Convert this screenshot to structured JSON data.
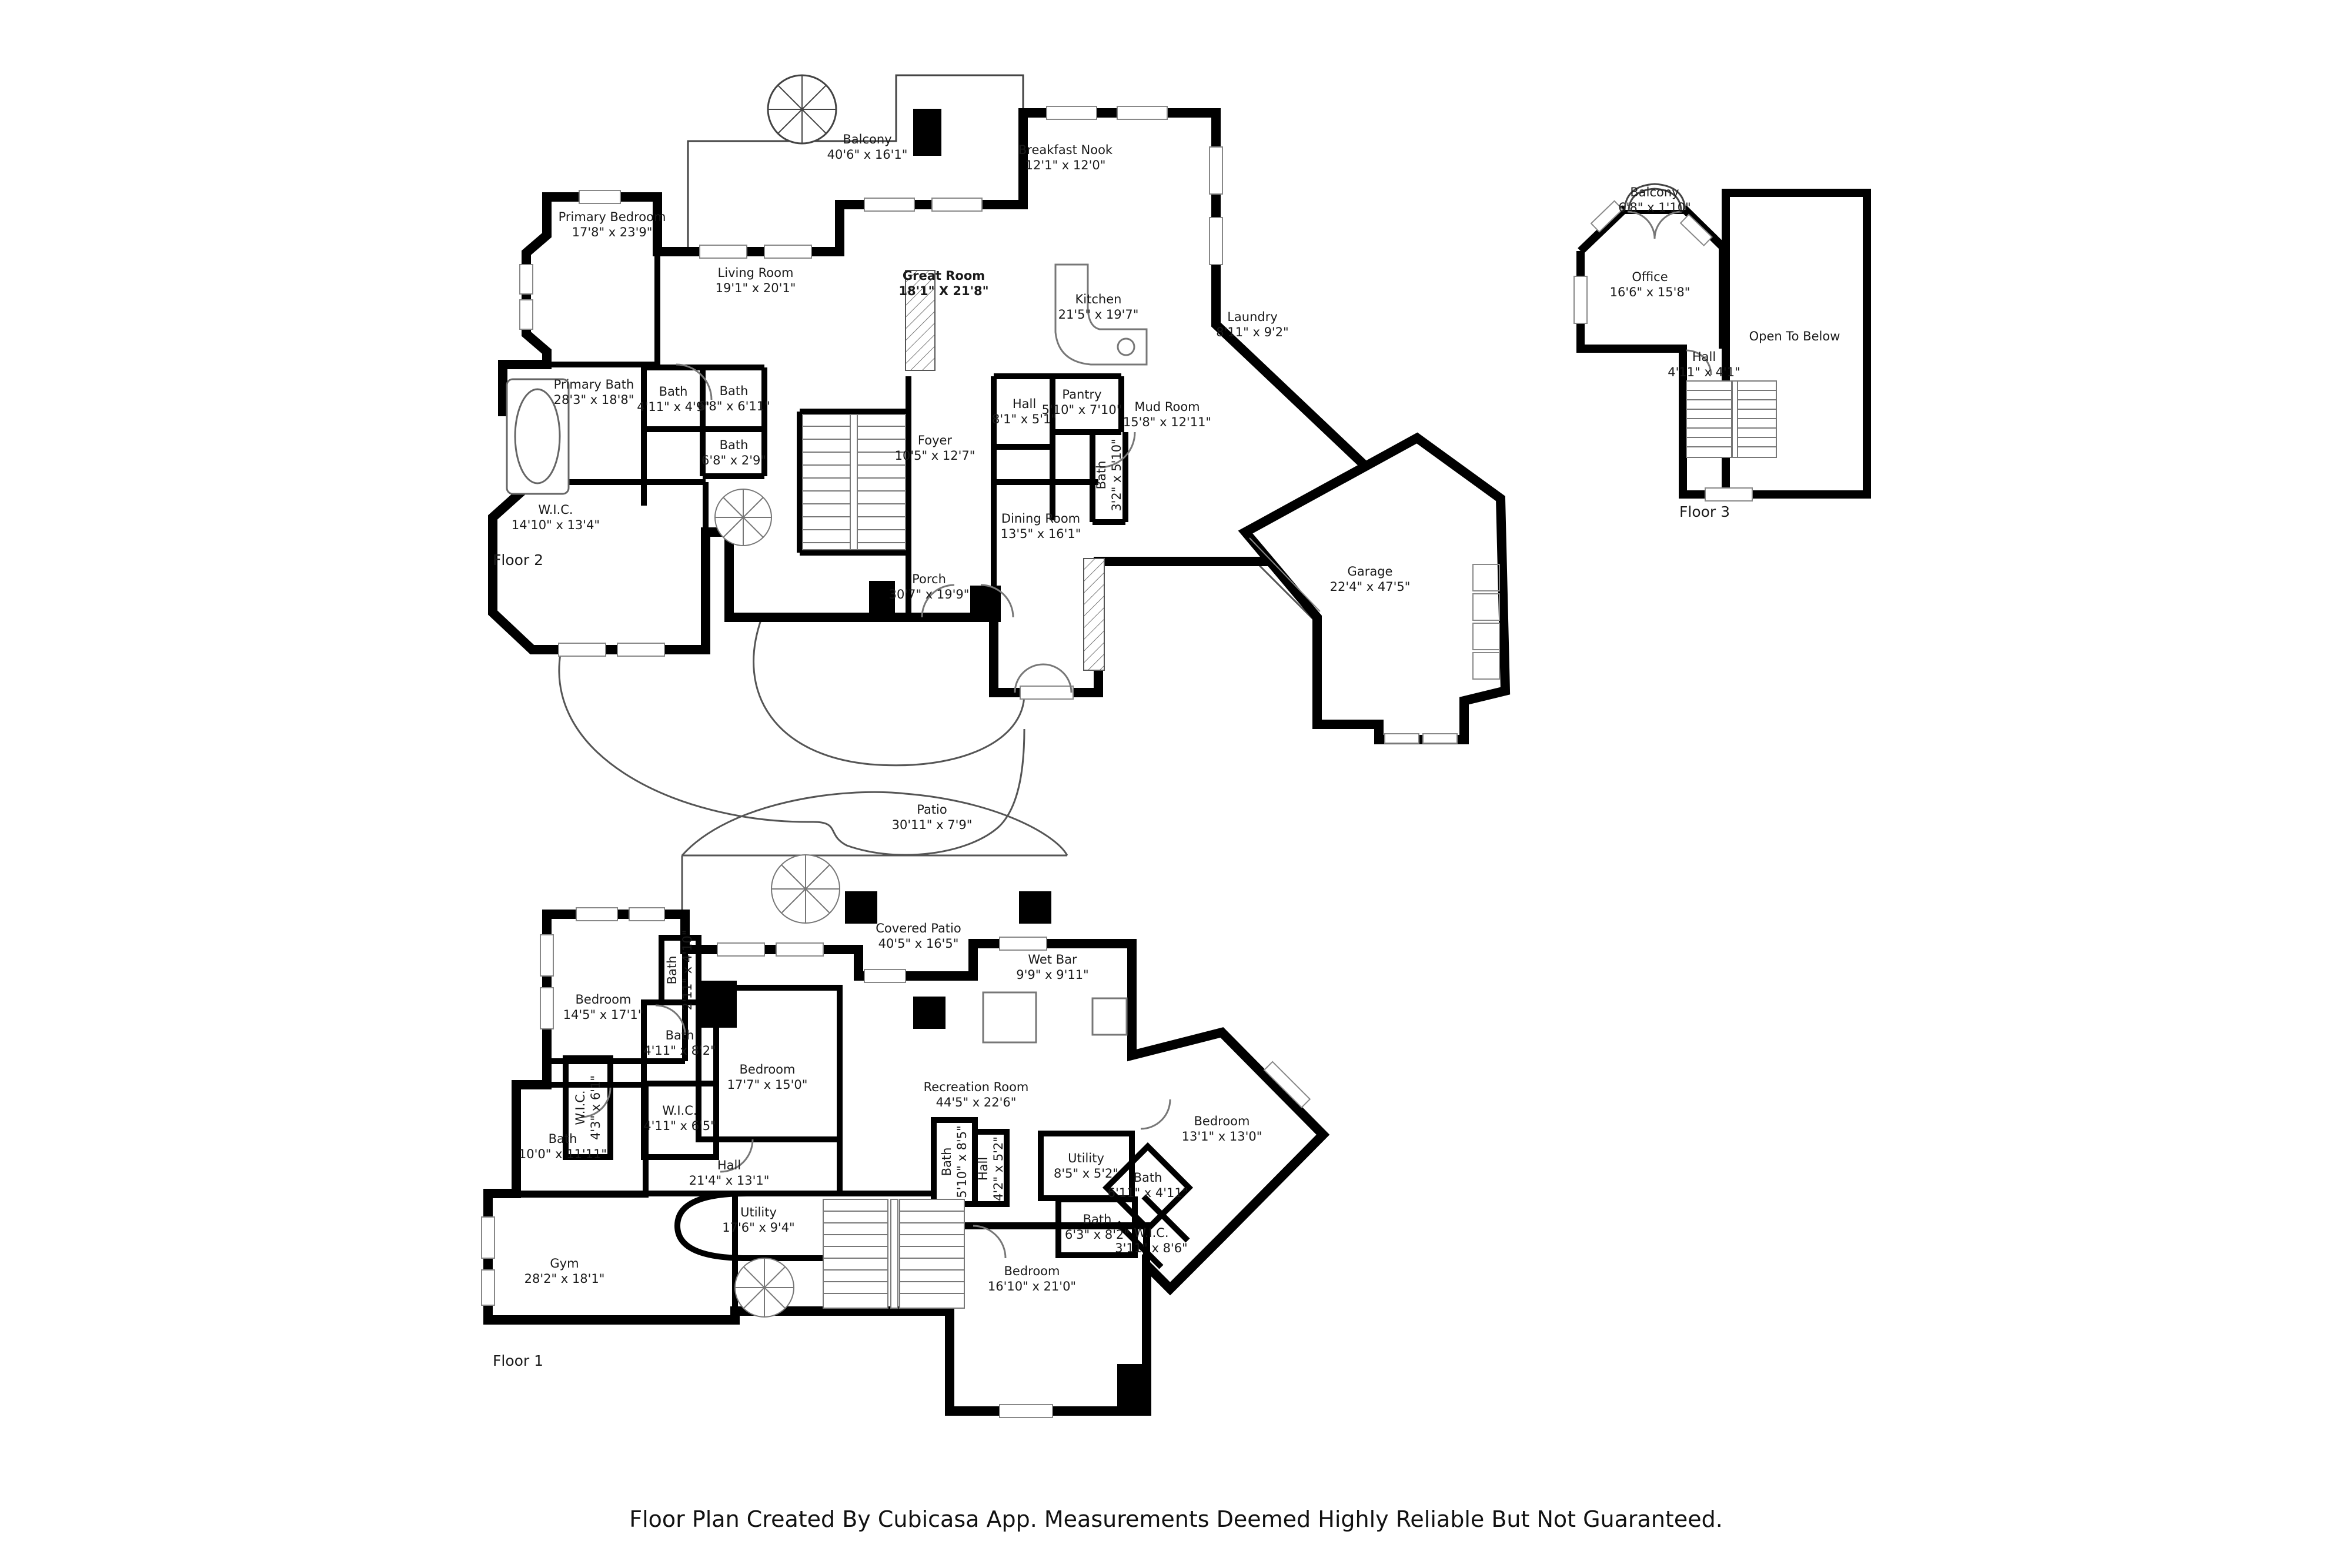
{
  "caption": "Floor Plan Created By Cubicasa App. Measurements Deemed Highly Reliable But Not Guaranteed.",
  "colors": {
    "walls": "#000000",
    "background": "#ffffff",
    "text": "#1a1a1a"
  },
  "floor2": {
    "label": "Floor 2",
    "rooms": {
      "balcony": {
        "name": "Balcony",
        "dims": "40'6\" x 16'1\""
      },
      "breakfast_nook": {
        "name": "Breakfast Nook",
        "dims": "12'1\" x 12'0\""
      },
      "primary_bedroom": {
        "name": "Primary Bedroom",
        "dims": "17'8\" x 23'9\""
      },
      "living_room": {
        "name": "Living Room",
        "dims": "19'1\" x 20'1\""
      },
      "great_room": {
        "name": "Great Room",
        "dims": "18'1\" X 21'8\""
      },
      "kitchen": {
        "name": "Kitchen",
        "dims": "21'5\" x 19'7\""
      },
      "laundry": {
        "name": "Laundry",
        "dims": "8'11\" x 9'2\""
      },
      "primary_bath": {
        "name": "Primary Bath",
        "dims": "28'3\" x 18'8\""
      },
      "bath_a": {
        "name": "Bath",
        "dims": "4'11\" x 4'9\""
      },
      "bath_b": {
        "name": "Bath",
        "dims": "6'8\" x 6'11\""
      },
      "bath_c": {
        "name": "Bath",
        "dims": "6'8\" x 2'9\""
      },
      "hall": {
        "name": "Hall",
        "dims": "8'1\" x 5'1\""
      },
      "pantry": {
        "name": "Pantry",
        "dims": "5'10\" x 7'10\""
      },
      "mud_room": {
        "name": "Mud Room",
        "dims": "15'8\" x 12'11\""
      },
      "bath_d": {
        "name": "Bath",
        "dims": "3'2\" x 5'10\""
      },
      "foyer": {
        "name": "Foyer",
        "dims": "10'5\" x 12'7\""
      },
      "wic": {
        "name": "W.I.C.",
        "dims": "14'10\" x 13'4\""
      },
      "dining_room": {
        "name": "Dining Room",
        "dims": "13'5\" x 16'1\""
      },
      "porch": {
        "name": "Porch",
        "dims": "30'7\" x 19'9\""
      },
      "garage": {
        "name": "Garage",
        "dims": "22'4\" x 47'5\""
      }
    }
  },
  "floor3": {
    "label": "Floor 3",
    "rooms": {
      "balcony": {
        "name": "Balcony",
        "dims": "6'8\" x 1'10\""
      },
      "office": {
        "name": "Office",
        "dims": "16'6\" x 15'8\""
      },
      "open_to_below": {
        "name": "Open To Below",
        "dims": ""
      },
      "hall": {
        "name": "Hall",
        "dims": "4'11\" x 4'1\""
      }
    }
  },
  "floor1": {
    "label": "Floor 1",
    "rooms": {
      "patio": {
        "name": "Patio",
        "dims": "30'11\" x 7'9\""
      },
      "covered_patio": {
        "name": "Covered Patio",
        "dims": "40'5\" x 16'5\""
      },
      "wet_bar": {
        "name": "Wet Bar",
        "dims": "9'9\" x 9'11\""
      },
      "bedroom_a": {
        "name": "Bedroom",
        "dims": "14'5\" x 17'1\""
      },
      "bath_a": {
        "name": "Bath",
        "dims": "2'11\" x 4'10\""
      },
      "bath_b": {
        "name": "Bath",
        "dims": "4'11\" x 8'2\""
      },
      "bedroom_b": {
        "name": "Bedroom",
        "dims": "17'7\" x 15'0\""
      },
      "recreation_room": {
        "name": "Recreation Room",
        "dims": "44'5\" x 22'6\""
      },
      "bedroom_c": {
        "name": "Bedroom",
        "dims": "13'1\" x 13'0\""
      },
      "wic_a": {
        "name": "W.I.C.",
        "dims": "4'3\" x 6'1\""
      },
      "bath_c": {
        "name": "Bath",
        "dims": "10'0\" x 11'11\""
      },
      "hall_a": {
        "name": "Hall",
        "dims": "21'4\" x 13'1\""
      },
      "wic_b": {
        "name": "W.I.C.",
        "dims": "4'11\" x 6'5\""
      },
      "bath_d": {
        "name": "Bath",
        "dims": "5'10\" x 8'5\""
      },
      "hall_b": {
        "name": "Hall",
        "dims": "4'2\" x 5'2\""
      },
      "utility_a": {
        "name": "Utility",
        "dims": "8'5\" x 5'2\""
      },
      "bath_e": {
        "name": "Bath",
        "dims": "6'11\" x 4'11\""
      },
      "bath_f": {
        "name": "Bath",
        "dims": "6'3\" x 8'2\""
      },
      "wic_c": {
        "name": "W.I.C.",
        "dims": "3'11\" x 8'6\""
      },
      "utility_b": {
        "name": "Utility",
        "dims": "17'6\" x 9'4\""
      },
      "gym": {
        "name": "Gym",
        "dims": "28'2\" x 18'1\""
      },
      "bedroom_d": {
        "name": "Bedroom",
        "dims": "16'10\" x 21'0\""
      }
    }
  }
}
